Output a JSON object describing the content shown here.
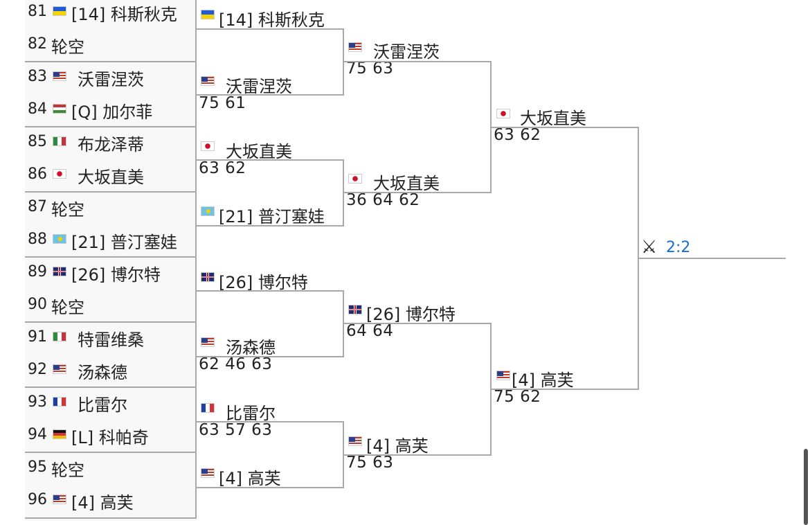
{
  "round1": [
    {
      "num": "81",
      "flag": "UA",
      "name": "[14] 科斯秋克"
    },
    {
      "num": "82",
      "flag": "",
      "name": "轮空"
    },
    {
      "num": "83",
      "flag": "US",
      "name": "沃雷涅茨"
    },
    {
      "num": "84",
      "flag": "HU",
      "name": "[Q] 加尔菲"
    },
    {
      "num": "85",
      "flag": "IT",
      "name": "布龙泽蒂"
    },
    {
      "num": "86",
      "flag": "JP",
      "name": "大坂直美"
    },
    {
      "num": "87",
      "flag": "",
      "name": "轮空"
    },
    {
      "num": "88",
      "flag": "KZ",
      "name": "[21] 普汀塞娃"
    },
    {
      "num": "89",
      "flag": "GB",
      "name": "[26] 博尔特"
    },
    {
      "num": "90",
      "flag": "",
      "name": "轮空"
    },
    {
      "num": "91",
      "flag": "IT",
      "name": "特雷维桑"
    },
    {
      "num": "92",
      "flag": "US",
      "name": "汤森德"
    },
    {
      "num": "93",
      "flag": "FR",
      "name": "比雷尔"
    },
    {
      "num": "94",
      "flag": "DE",
      "name": "[L] 科帕奇"
    },
    {
      "num": "95",
      "flag": "",
      "name": "轮空"
    },
    {
      "num": "96",
      "flag": "US",
      "name": "[4] 高芙"
    }
  ],
  "round2": [
    {
      "flag": "UA",
      "name": "[14] 科斯秋克",
      "score": ""
    },
    {
      "flag": "US",
      "name": "沃雷涅茨",
      "score": "75 61"
    },
    {
      "flag": "JP",
      "name": "大坂直美",
      "score": "63 62"
    },
    {
      "flag": "KZ",
      "name": "[21] 普汀塞娃",
      "score": ""
    },
    {
      "flag": "GB",
      "name": "[26] 博尔特",
      "score": ""
    },
    {
      "flag": "US",
      "name": "汤森德",
      "score": "62 46 63"
    },
    {
      "flag": "FR",
      "name": "比雷尔",
      "score": "63 57 63"
    },
    {
      "flag": "US",
      "name": "[4] 高芙",
      "score": ""
    }
  ],
  "round3": [
    {
      "flag": "US",
      "name": "沃雷涅茨",
      "score": "75 63"
    },
    {
      "flag": "JP",
      "name": "大坂直美",
      "score": "36 64 62"
    },
    {
      "flag": "GB",
      "name": "[26] 博尔特",
      "score": "64 64"
    },
    {
      "flag": "US",
      "name": "[4] 高芙",
      "score": "75 63"
    }
  ],
  "round4": [
    {
      "flag": "JP",
      "name": "大坂直美",
      "score": "63 62"
    },
    {
      "flag": "US",
      "name": "[4] 高芙",
      "score": "75 62"
    }
  ],
  "round5": {
    "icon": "crossed-swords-icon",
    "label": "2:2"
  },
  "colors": {
    "link": "#1a6cd1",
    "line": "#a8a8a8"
  }
}
